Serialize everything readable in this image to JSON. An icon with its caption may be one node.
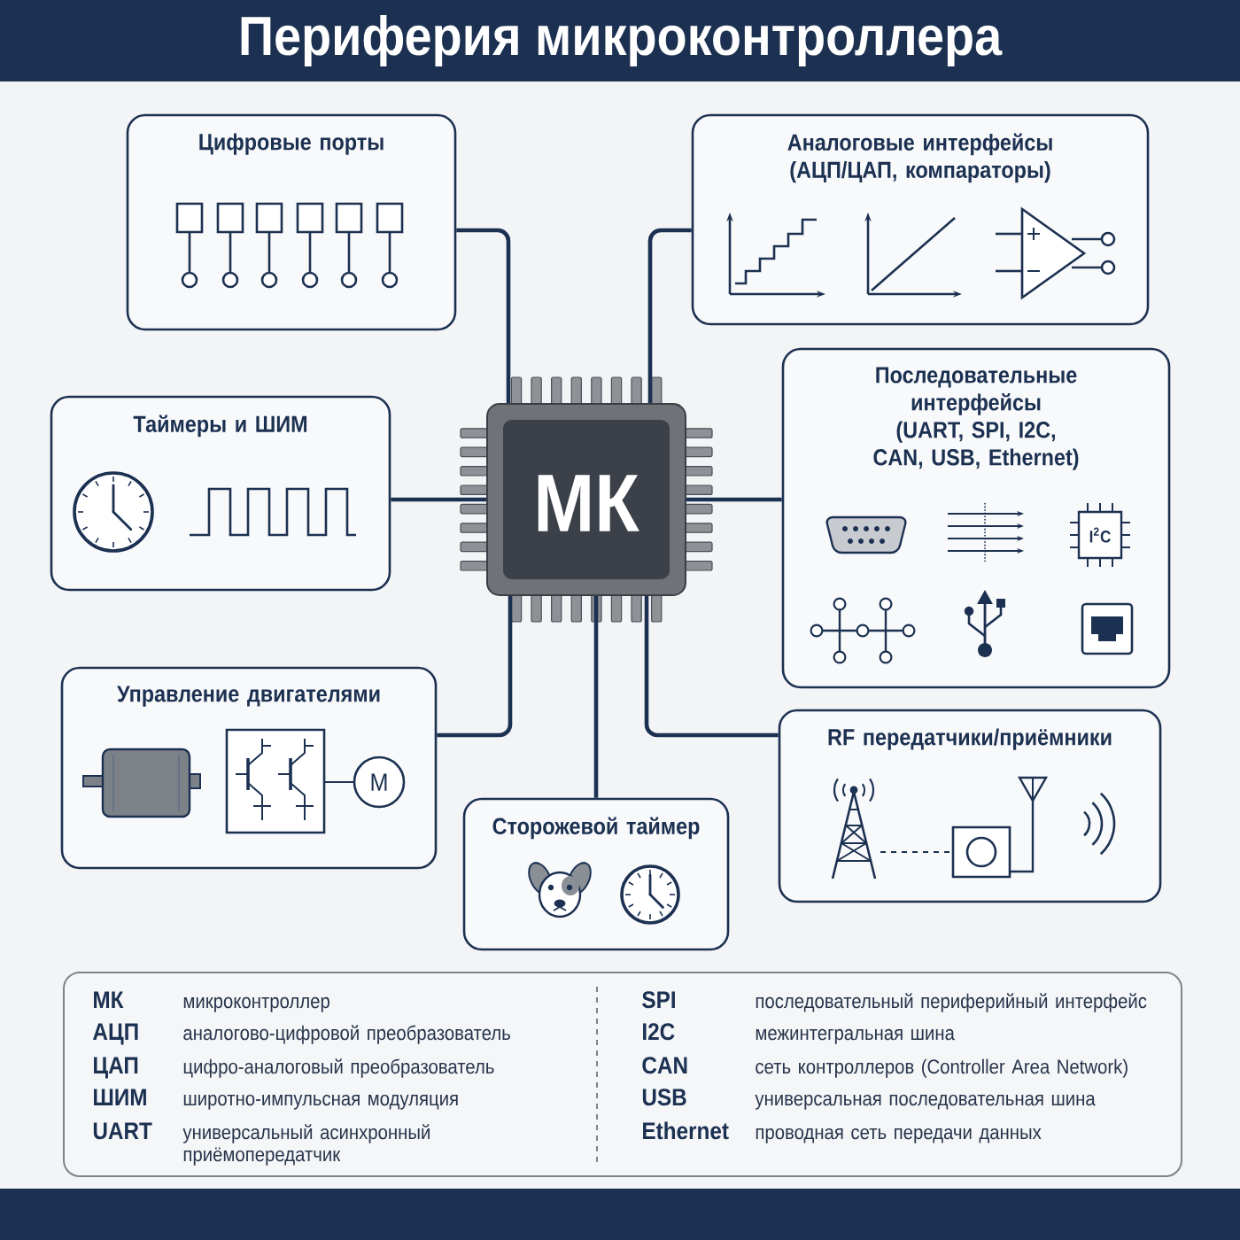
{
  "diagram": {
    "title": "Периферия микроконтроллера",
    "nodes": [
      {
        "text": [
          "Цифровые порты"
        ]
      },
      {
        "text": [
          "Аналоговые интерфейсы (АЦП/ЦАП, компараторы)"
        ]
      },
      {
        "text": [
          "Таймеры и ШИМ"
        ]
      },
      {
        "text": [
          "МК"
        ]
      },
      {
        "text": [
          "Последовательные интерфейсы",
          "(UART, SPI, I2C, CAN, USB, Ethernet)"
        ]
      },
      {
        "text": [
          "Управление двигателями"
        ]
      },
      {
        "text": [
          "Сторожевой таймер"
        ]
      },
      {
        "text": [
          "RF передатчики/приёмники"
        ]
      }
    ],
    "edges": [
      {
        "from": 3,
        "to": 0,
        "arrow": "none"
      },
      {
        "from": 3,
        "to": 1,
        "arrow": "none"
      },
      {
        "from": 3,
        "to": 2,
        "arrow": "none"
      },
      {
        "from": 3,
        "to": 4,
        "arrow": "none"
      },
      {
        "from": 3,
        "to": 5,
        "arrow": "none"
      },
      {
        "from": 3,
        "to": 6,
        "arrow": "none"
      },
      {
        "from": 3,
        "to": 7,
        "arrow": "none"
      }
    ],
    "labels": [
      "I$^{2}$C",
      "M",
      "МК",
      "микроконтроллер",
      "SPI",
      "последовательный периферийный интерфейс",
      "АЦП",
      "аналогово-цифровой преобразователь",
      "I2C",
      "межинтегральная шина",
      "ЦАП",
      "цифро-аналоговый преобразователь",
      "CAN",
      "сеть контроллеров (Controller Area Network)",
      "ШИМ",
      "широтно-импульсная модуляция",
      "USB",
      "универсальная последовательная шина",
      "UART",
      "универсальный асинхронный приёмопередатчик",
      "Ethernet",
      "проводная сеть передачи данных"
    ]
  }
}
